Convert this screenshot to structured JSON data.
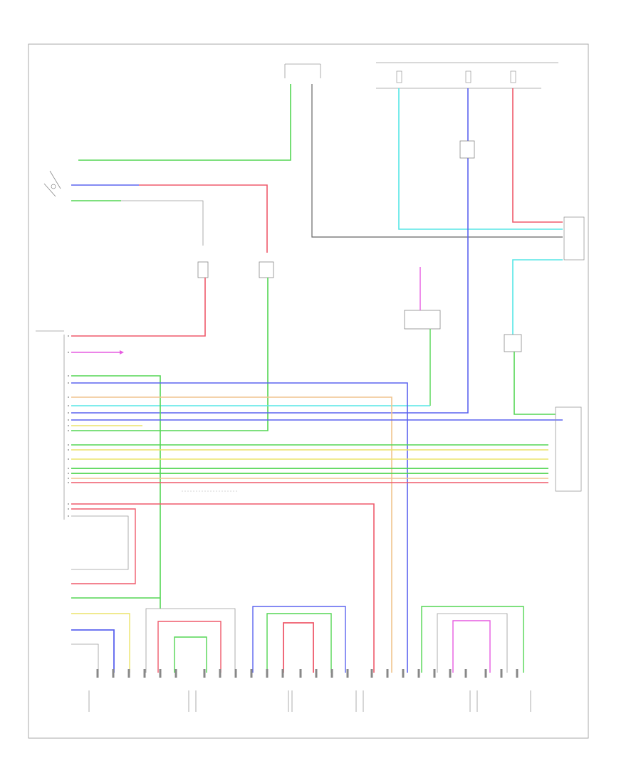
{
  "figure_code": "",
  "colors": {
    "green": "#53d653",
    "red": "#ef5a6b",
    "blue": "#5b63ef",
    "magenta": "#e65be0",
    "cyan": "#57e6e6",
    "yellow": "#ece36a",
    "orange": "#f0c48e",
    "gray": "#9a9a9a",
    "frame": "#a9a9a9",
    "black": "#555555"
  },
  "bottom_connectors": [
    {
      "id": "c1"
    },
    {
      "id": "c2"
    },
    {
      "id": "c3"
    },
    {
      "id": "c4"
    },
    {
      "id": "c5"
    }
  ]
}
